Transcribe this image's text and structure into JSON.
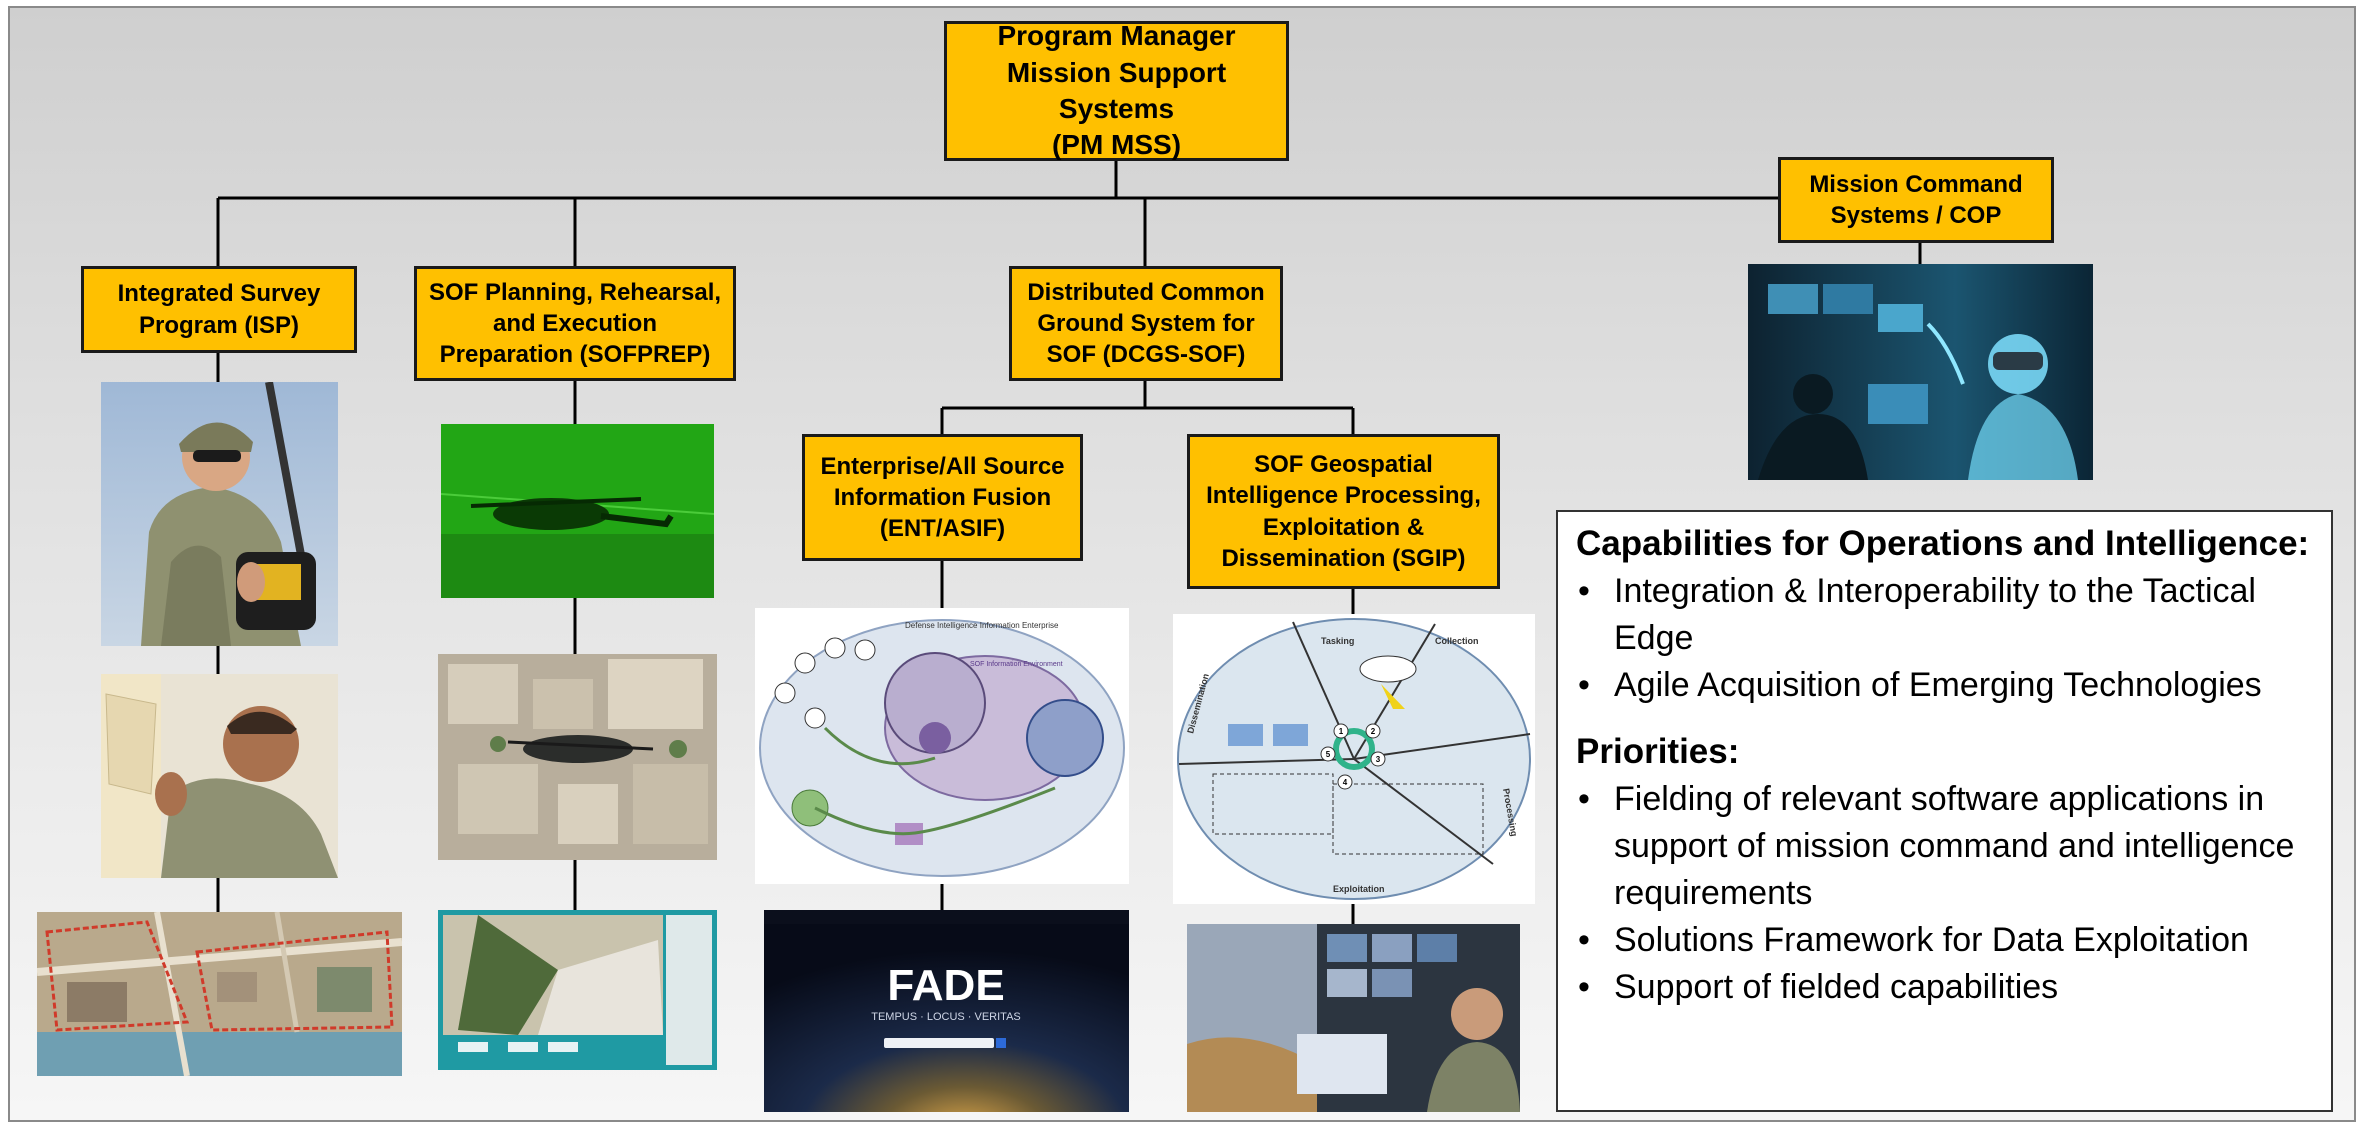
{
  "boxes": {
    "pm": [
      "Program Manager",
      "Mission Support Systems",
      "(PM MSS)"
    ],
    "isp": [
      "Integrated Survey",
      "Program (ISP)"
    ],
    "sofprep": [
      "SOF Planning, Rehearsal,",
      "and Execution",
      "Preparation (SOFPREP)"
    ],
    "dcgs": [
      "Distributed Common",
      "Ground System for",
      "SOF (DCGS-SOF)"
    ],
    "mccop": [
      "Mission Command",
      "Systems / COP"
    ],
    "ent": [
      "Enterprise/All Source",
      "Information Fusion",
      "(ENT/ASIF)"
    ],
    "sgip": [
      "SOF Geospatial",
      "Intelligence Processing,",
      "Exploitation &",
      "Dissemination (SGIP)"
    ]
  },
  "images": {
    "ent_diagram_title": "Defense Intelligence Information Enterprise",
    "ent_diagram_subtitle": "SOF Information Environment",
    "sgip_sectors": [
      "Tasking",
      "Collection",
      "Processing",
      "Exploitation",
      "Dissemination"
    ],
    "sgip_steps": [
      "1",
      "2",
      "3",
      "4",
      "5"
    ],
    "fade_title": "FADE",
    "fade_subtitle": "TEMPUS · LOCUS · VERITAS"
  },
  "capabilities": {
    "heading1": "Capabilities for Operations and Intelligence:",
    "items1": [
      "Integration & Interoperability to the Tactical Edge",
      "Agile Acquisition of Emerging Technologies"
    ],
    "heading2": "Priorities:",
    "items2": [
      "Fielding of relevant software applications in support of mission command and intelligence requirements",
      "Solutions Framework for Data Exploitation",
      "Support of fielded capabilities"
    ]
  },
  "colors": {
    "box_fill": "#ffc000",
    "box_border": "#1a1a1a",
    "connector": "#000000"
  }
}
